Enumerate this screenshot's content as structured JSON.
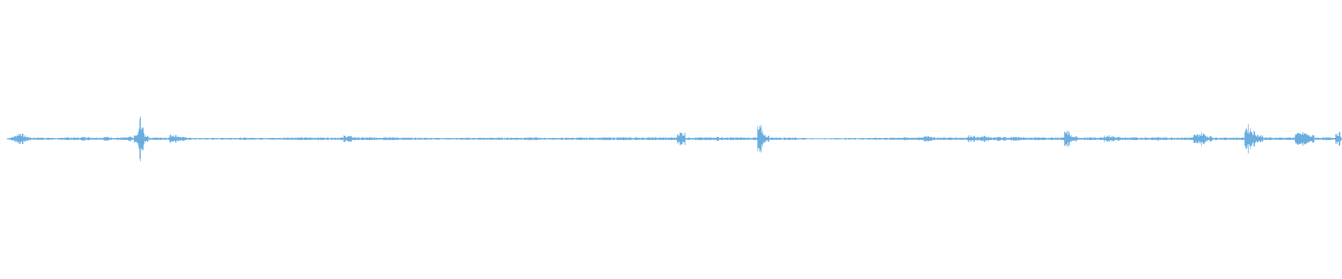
{
  "waveform": {
    "color": "#6aaee0",
    "baseline_color": "#6aaee0",
    "peaks": [
      [
        0.0,
        0.004
      ],
      [
        0.005,
        0.02
      ],
      [
        0.01,
        0.06
      ],
      [
        0.013,
        0.03
      ],
      [
        0.018,
        0.01
      ],
      [
        0.025,
        0.012
      ],
      [
        0.04,
        0.006
      ],
      [
        0.043,
        0.014
      ],
      [
        0.055,
        0.012
      ],
      [
        0.058,
        0.02
      ],
      [
        0.075,
        0.018
      ],
      [
        0.08,
        0.01
      ],
      [
        0.09,
        0.012
      ],
      [
        0.098,
        0.04
      ],
      [
        0.1,
        0.22
      ],
      [
        0.103,
        0.035
      ],
      [
        0.125,
        0.04
      ],
      [
        0.13,
        0.02
      ],
      [
        0.14,
        0.006
      ],
      [
        0.18,
        0.01
      ],
      [
        0.205,
        0.008
      ],
      [
        0.21,
        0.012
      ],
      [
        0.255,
        0.03
      ],
      [
        0.26,
        0.015
      ],
      [
        0.285,
        0.018
      ],
      [
        0.295,
        0.01
      ],
      [
        0.335,
        0.008
      ],
      [
        0.398,
        0.012
      ],
      [
        0.402,
        0.008
      ],
      [
        0.465,
        0.014
      ],
      [
        0.47,
        0.01
      ],
      [
        0.505,
        0.06
      ],
      [
        0.53,
        0.014
      ],
      [
        0.565,
        0.11
      ],
      [
        0.568,
        0.03
      ],
      [
        0.6,
        0.004
      ],
      [
        0.665,
        0.01
      ],
      [
        0.69,
        0.03
      ],
      [
        0.723,
        0.03
      ],
      [
        0.728,
        0.014
      ],
      [
        0.732,
        0.025
      ],
      [
        0.745,
        0.018
      ],
      [
        0.755,
        0.02
      ],
      [
        0.77,
        0.012
      ],
      [
        0.795,
        0.07
      ],
      [
        0.798,
        0.02
      ],
      [
        0.825,
        0.03
      ],
      [
        0.83,
        0.02
      ],
      [
        0.86,
        0.014
      ],
      [
        0.892,
        0.04
      ],
      [
        0.895,
        0.06
      ],
      [
        0.9,
        0.02
      ],
      [
        0.93,
        0.12
      ],
      [
        0.933,
        0.08
      ],
      [
        0.938,
        0.03
      ],
      [
        0.968,
        0.05
      ],
      [
        0.972,
        0.06
      ],
      [
        0.976,
        0.03
      ],
      [
        0.998,
        0.06
      ],
      [
        1.0,
        0.02
      ]
    ]
  }
}
